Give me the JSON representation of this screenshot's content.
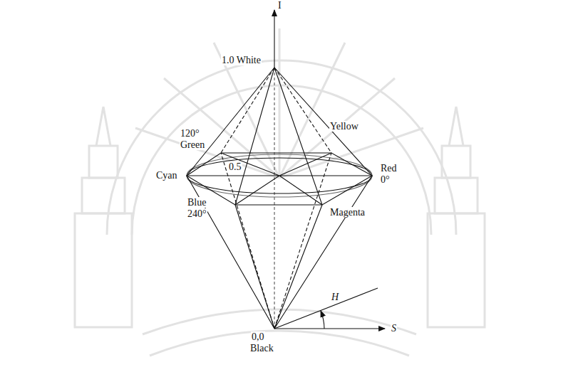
{
  "diagram": {
    "labels": [
      "I",
      "1.0 White",
      "120°",
      "Green",
      "Yellow",
      "Cyan",
      "0.5",
      "Red",
      "0°",
      "Blue",
      "240°",
      "Magenta",
      "0,0",
      "Black",
      "H",
      "S"
    ]
  }
}
